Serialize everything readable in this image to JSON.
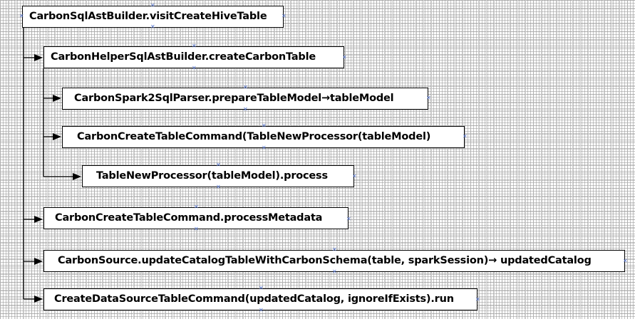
{
  "diagram": {
    "nodes": [
      {
        "id": "n0",
        "label": "CarbonSqlAstBuilder.visitCreateHiveTable"
      },
      {
        "id": "n1",
        "label": "CarbonHelperSqlAstBuilder.createCarbonTable"
      },
      {
        "id": "n2",
        "label": "CarbonSpark2SqlParser.prepareTableModel→tableModel"
      },
      {
        "id": "n3",
        "label": "CarbonCreateTableCommand(TableNewProcessor(tableModel)"
      },
      {
        "id": "n4",
        "label": "TableNewProcessor(tableModel).process"
      },
      {
        "id": "n5",
        "label": "CarbonCreateTableCommand.processMetadata"
      },
      {
        "id": "n6",
        "label": "CarbonSource.updateCatalogTableWithCarbonSchema(table, sparkSession)→ updatedCatalog"
      },
      {
        "id": "n7",
        "label": "CreateDataSourceTableCommand(updatedCatalog, ignoreIfExists).run"
      }
    ]
  },
  "colors": {
    "line": "#000000",
    "handle": "#5b7bd5",
    "box_border": "#000000"
  }
}
